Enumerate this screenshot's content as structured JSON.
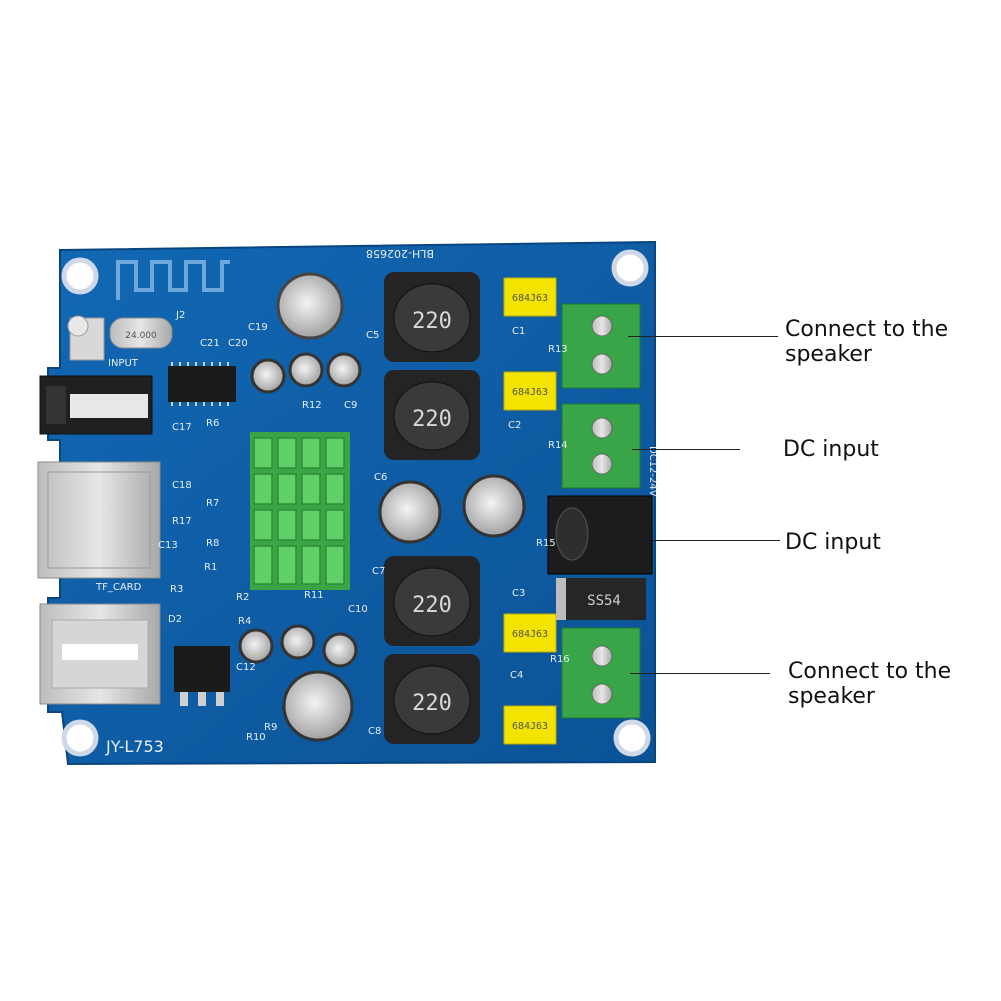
{
  "board": {
    "model_label": "JY-L753",
    "serial_label": "BLH-202658",
    "input_label": "INPUT",
    "tf_card_label": "TF_CARD",
    "power_label": "DC12-24V",
    "diode_label": "SS54",
    "inductor_value": "220",
    "capacitor_label": "684J63",
    "crystal_label": "24.000",
    "component_refs": {
      "j2": "J2",
      "c21": "C21",
      "c20": "C20",
      "c19": "C19",
      "c5": "C5",
      "c1": "C1",
      "r13": "R13",
      "c2": "C2",
      "r14": "R14",
      "r6": "R6",
      "c17": "C17",
      "c18": "C18",
      "r7": "R7",
      "r17": "R17",
      "r8": "R8",
      "c13": "C13",
      "r1": "R1",
      "r3": "R3",
      "r2": "R2",
      "r4": "R4",
      "d2": "D2",
      "r11": "R11",
      "c10": "C10",
      "r12": "R12",
      "c9": "C9",
      "c6": "C6",
      "c7": "C7",
      "c3": "C3",
      "r15": "R15",
      "r16": "R16",
      "c4": "C4",
      "c8": "C8",
      "r9": "R9",
      "r10": "R10",
      "c12": "C12"
    }
  },
  "callouts": [
    {
      "line1": "Connect to the",
      "line2": "speaker"
    },
    {
      "line1": "DC input",
      "line2": ""
    },
    {
      "line1": "DC input",
      "line2": ""
    },
    {
      "line1": "Connect to the",
      "line2": "speaker"
    }
  ],
  "colors": {
    "pcb": "#0e5ea8",
    "pcb_dark": "#0a4c8a",
    "heatsink": "#52c65a",
    "terminal": "#3aa84a",
    "yellow_cap": "#f2e400",
    "inductor": "#2b2b2b"
  }
}
